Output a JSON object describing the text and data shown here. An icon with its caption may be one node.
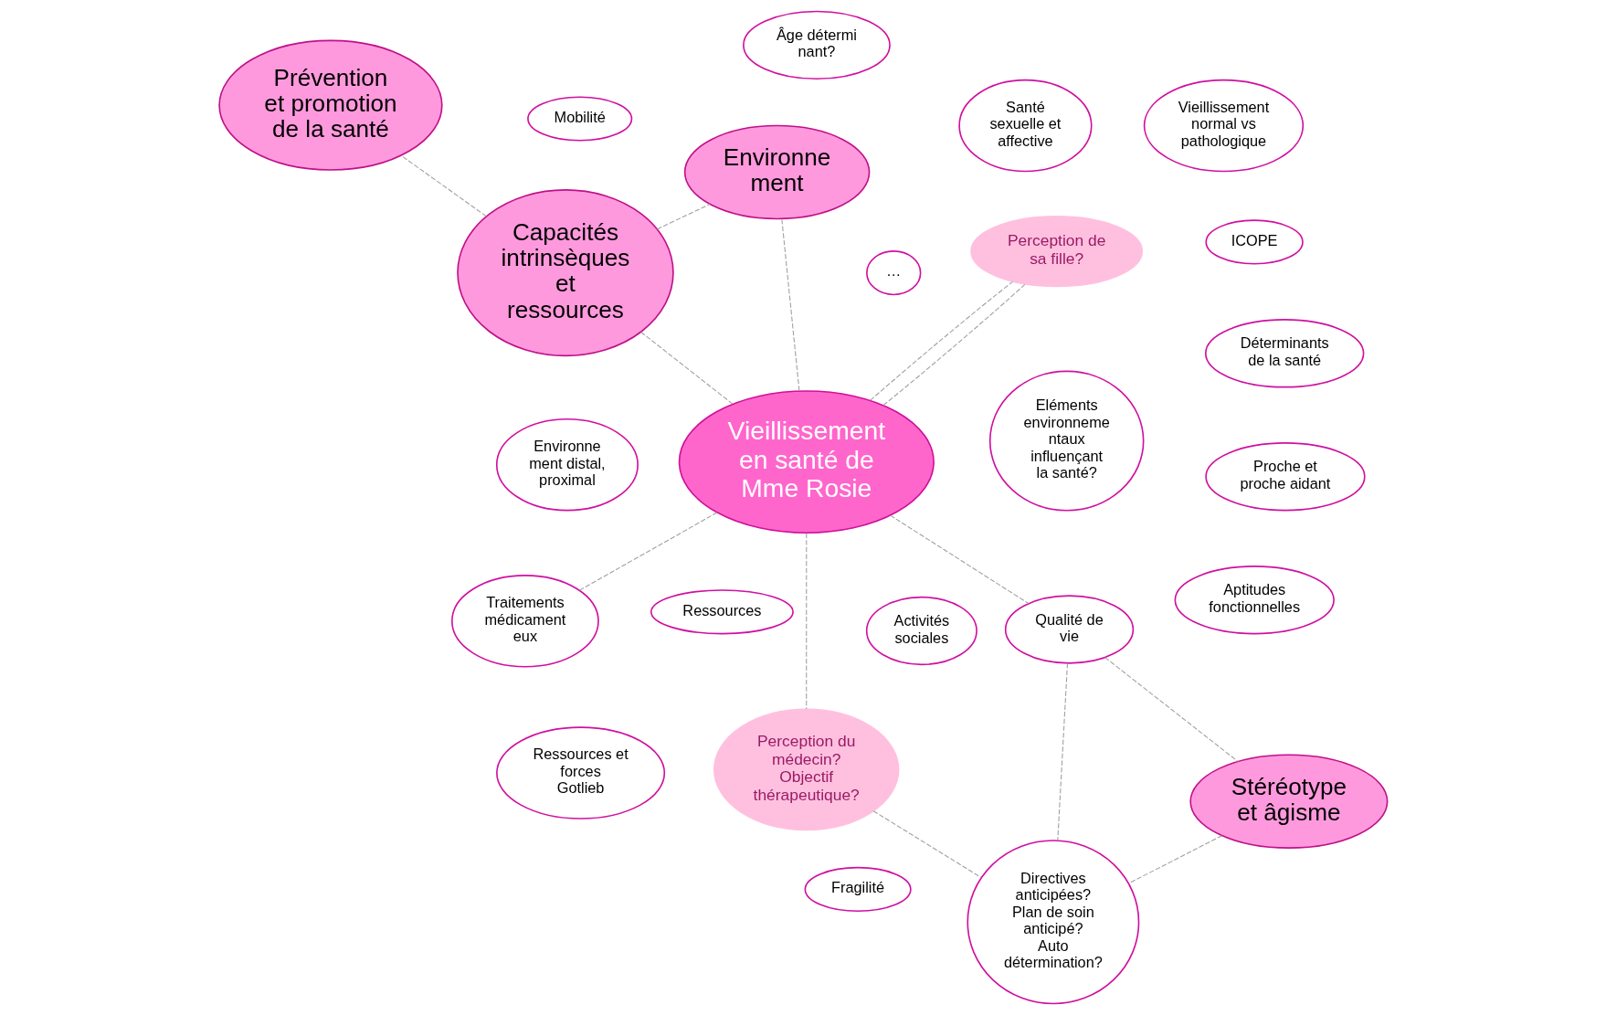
{
  "diagram": {
    "nodes": [
      {
        "text": [
          "Eléments environneme ntaux influençant la santé?"
        ]
      },
      {
        "text": [
          "Environne ment distal, proximal"
        ]
      },
      {
        "text": [
          "…"
        ]
      },
      {
        "text": [
          "Activités sociales"
        ]
      },
      {
        "text": [
          "Environne ment"
        ]
      },
      {
        "text": [
          "Perception de sa fille?"
        ]
      },
      {
        "text": [
          "Santé sexuelle et affective"
        ]
      },
      {
        "text": [
          "Mobilité"
        ]
      },
      {
        "text": [
          "Ressources"
        ]
      },
      {
        "text": [
          "Capacités intrinsèques et ressources"
        ]
      },
      {
        "text": [
          "Perception du médecin? Objectif thérapeutique?"
        ]
      },
      {
        "text": [
          "Vieillissement en santé de Mme Rosie"
        ]
      },
      {
        "text": [
          "Ressources et forces Gotlieb"
        ]
      },
      {
        "text": [
          "Aptitudes fonctionnelles"
        ]
      },
      {
        "text": [
          "Proche et proche aidant"
        ]
      },
      {
        "text": [
          "Prévention et promotion de la santé"
        ]
      },
      {
        "text": [
          "Déterminants de la santé"
        ]
      },
      {
        "text": [
          "Directives anticipées? Plan de soin anticipé? Auto détermination?"
        ]
      },
      {
        "text": [
          "Qualité de vie"
        ]
      },
      {
        "text": [
          "Traitements médicament eux"
        ]
      },
      {
        "text": [
          "Vieillissement normal vs pathologique"
        ]
      },
      {
        "text": [
          "Fragilité"
        ]
      },
      {
        "text": [
          "ICOPE"
        ]
      },
      {
        "text": [
          "Âge détermi nant?"
        ]
      },
      {
        "text": [
          "Stéréotype et âgisme"
        ]
      }
    ],
    "edges": [
      {
        "from": 11,
        "to": 4,
        "arrow": "none",
        "style": "dashed"
      },
      {
        "from": 11,
        "to": 5,
        "arrow": "none",
        "style": "dashed"
      },
      {
        "from": 11,
        "to": 5,
        "arrow": "none",
        "style": "dashed"
      },
      {
        "from": 11,
        "to": 10,
        "arrow": "none",
        "style": "dashed"
      },
      {
        "from": 11,
        "to": 9,
        "arrow": "none",
        "style": "dashed"
      },
      {
        "from": 9,
        "to": 4,
        "arrow": "none",
        "style": "dashed"
      },
      {
        "from": 9,
        "to": 15,
        "arrow": "none",
        "style": "dashed"
      },
      {
        "from": 11,
        "to": 19,
        "arrow": "none",
        "style": "dashed"
      },
      {
        "from": 11,
        "to": 18,
        "arrow": "none",
        "style": "dashed"
      },
      {
        "from": 10,
        "to": 17,
        "arrow": "none",
        "style": "dashed"
      },
      {
        "from": 18,
        "to": 17,
        "arrow": "none",
        "style": "dashed"
      },
      {
        "from": 24,
        "to": 17,
        "arrow": "none",
        "style": "dashed"
      },
      {
        "from": 18,
        "to": 24,
        "arrow": "none",
        "style": "dashed"
      }
    ]
  }
}
